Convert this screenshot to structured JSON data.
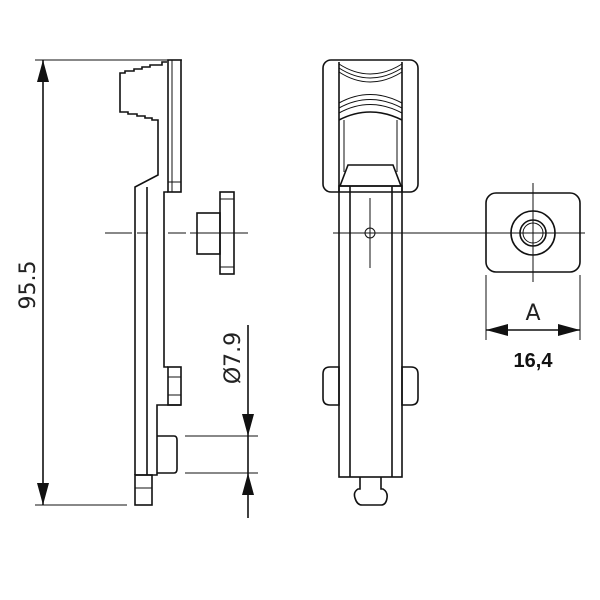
{
  "dimensions": {
    "overall_height": "95.5",
    "pin_diameter": "Ø7.9",
    "width_label": "A",
    "width_value": "16,4"
  },
  "colors": {
    "line": "#111111",
    "background": "#ffffff"
  }
}
